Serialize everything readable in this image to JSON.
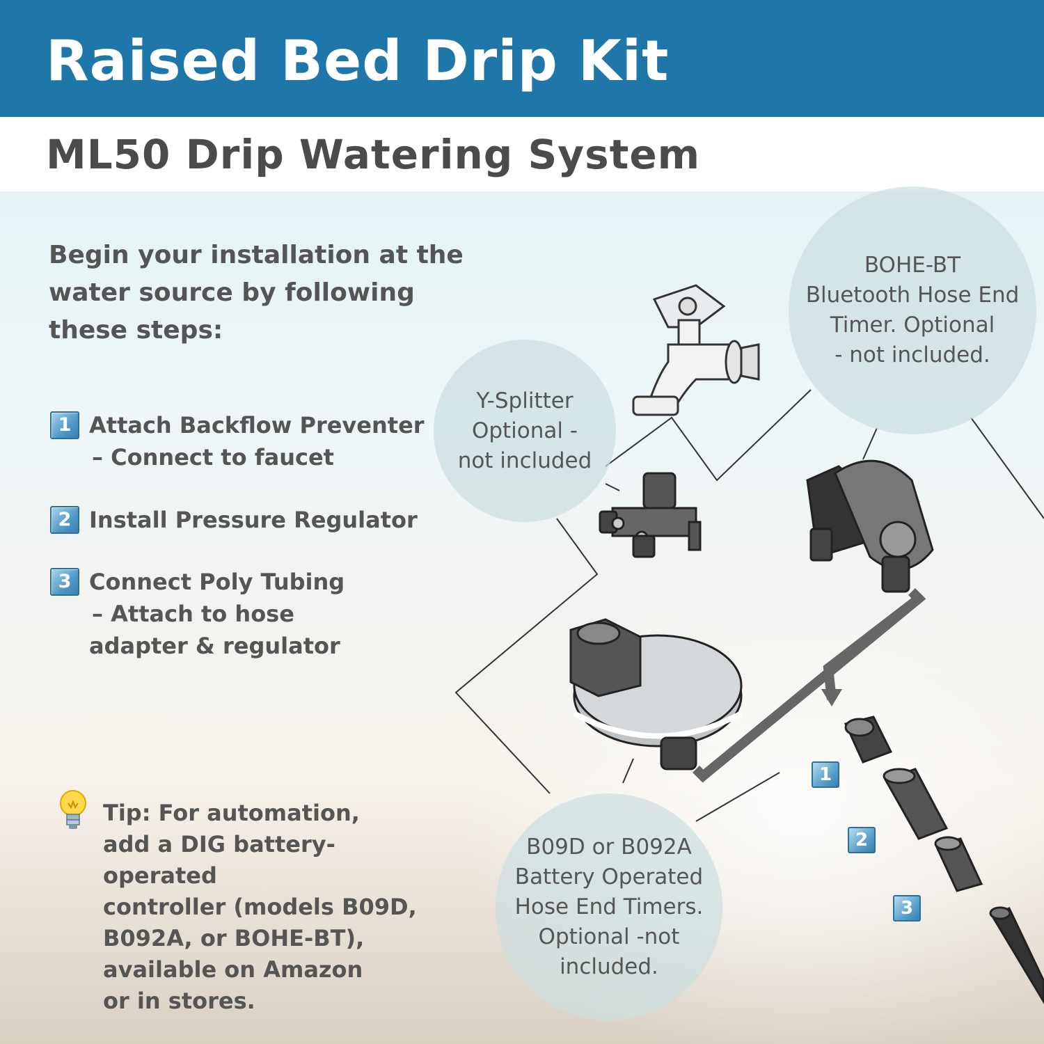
{
  "header": {
    "title": "Raised Bed Drip Kit",
    "subtitle": "ML50 Drip Watering System"
  },
  "intro": "Begin your installation at the water source by following these steps:",
  "steps": [
    {
      "number": "1",
      "line1": "Attach Backflow Preventer",
      "line2": "– Connect to faucet",
      "line3": ""
    },
    {
      "number": "2",
      "line1": "Install Pressure Regulator",
      "line2": "",
      "line3": ""
    },
    {
      "number": "3",
      "line1": "Connect Poly Tubing",
      "line2": "– Attach to hose",
      "line3": "adapter & regulator"
    }
  ],
  "tip": {
    "icon": "lightbulb-icon",
    "lines": [
      "Tip: For automation,",
      "add a DIG battery-operated",
      "controller (models B09D,",
      "B092A, or BOHE-BT),",
      "available on Amazon",
      "or in stores."
    ]
  },
  "callouts": {
    "bohe": [
      "BOHE-BT",
      "Bluetooth Hose End",
      "Timer. Optional",
      "- not included."
    ],
    "ysplitter": [
      "Y-Splitter",
      "Optional -",
      "not included"
    ],
    "battery": [
      "B09D or B092A",
      "Battery Operated",
      "Hose End Timers.",
      "Optional -not",
      "included."
    ]
  },
  "part_labels": [
    "1",
    "2",
    "3"
  ],
  "colors": {
    "banner": "#1f76a8",
    "badge": "#4f9ac7",
    "text": "#555555",
    "bubble": "#cddee0"
  }
}
